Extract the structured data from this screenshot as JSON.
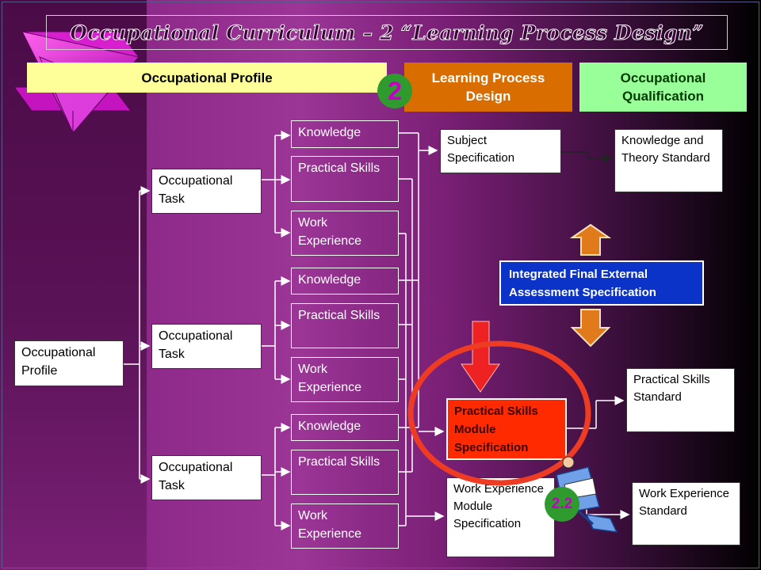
{
  "title": "Occupational Curriculum – 2 “Learning Process Design”",
  "headers": {
    "profile": "Occupational Profile",
    "learning": "Learning Process Design",
    "qualification": "Occupational Qualification"
  },
  "badges": {
    "main": "2",
    "sub": "2.2"
  },
  "profile_node": "Occupational Profile",
  "tasks": [
    "Occupational Task",
    "Occupational Task",
    "Occupational Task"
  ],
  "components": {
    "knowledge": "Knowledge",
    "practical": "Practical Skills",
    "work": "Work Experience"
  },
  "specs": {
    "subject": "Subject Specification",
    "practical": "Practical Skills Module Specification",
    "work": "Work Experience Module Specification"
  },
  "assessment": "Integrated Final External Assessment Specification",
  "standards": {
    "knowledge": "Knowledge and Theory Standard",
    "practical": "Practical Skills Standard",
    "work": "Work Experience Standard"
  },
  "colors": {
    "profile_header": "#ffff99",
    "learning_header": "#d96d00",
    "qualification_header": "#99ff99",
    "badge": "#2f9b2f",
    "highlight_node": "#ff2a00",
    "assessment_node": "#0b33c8",
    "circle": "#ee3b24"
  },
  "icons": [
    "funnel-icon",
    "person-reading-icon",
    "up-arrow-icon",
    "down-arrow-icon"
  ]
}
